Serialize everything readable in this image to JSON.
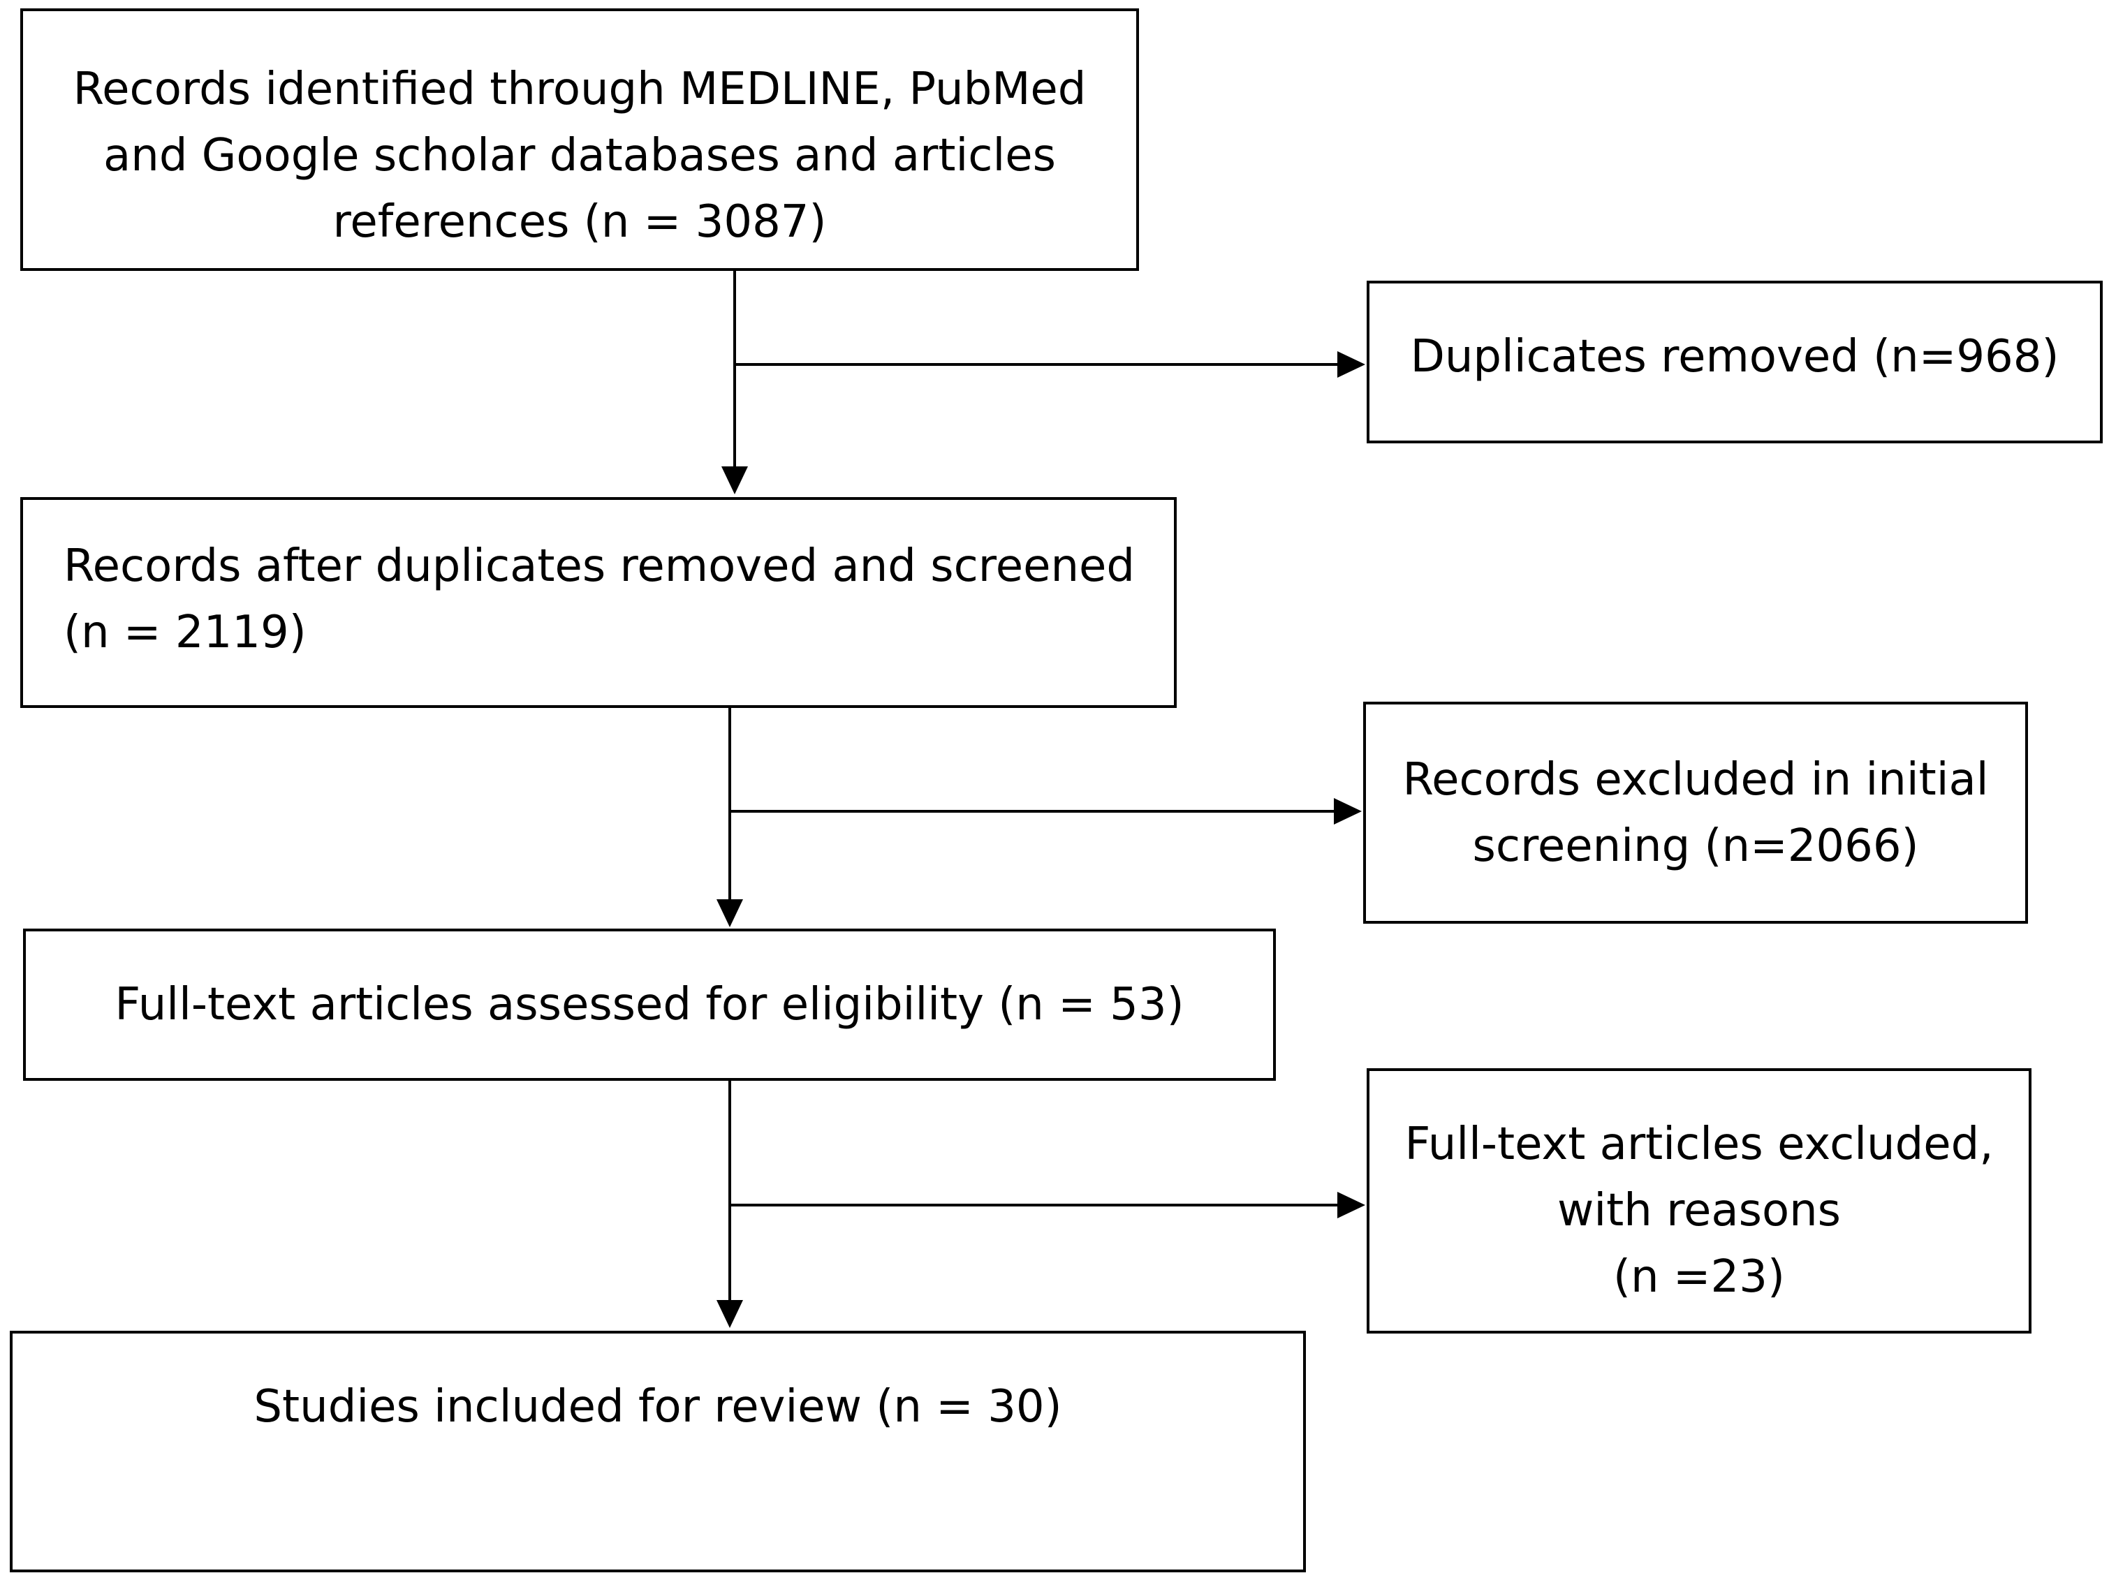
{
  "flowchart": {
    "identified": "Records identified through MEDLINE, PubMed\nand Google scholar databases and articles\nreferences (n = 3087)",
    "duplicates_removed": "Duplicates removed (n=968)",
    "screened": "Records after duplicates removed and screened\n(n = 2119)",
    "excluded_initial": "Records excluded in initial\nscreening (n=2066)",
    "fulltext_assessed": "Full-text articles assessed for eligibility (n = 53)",
    "fulltext_excluded": "Full-text articles excluded,\nwith reasons\n(n =23)",
    "included": "Studies included for review (n = 30)"
  }
}
